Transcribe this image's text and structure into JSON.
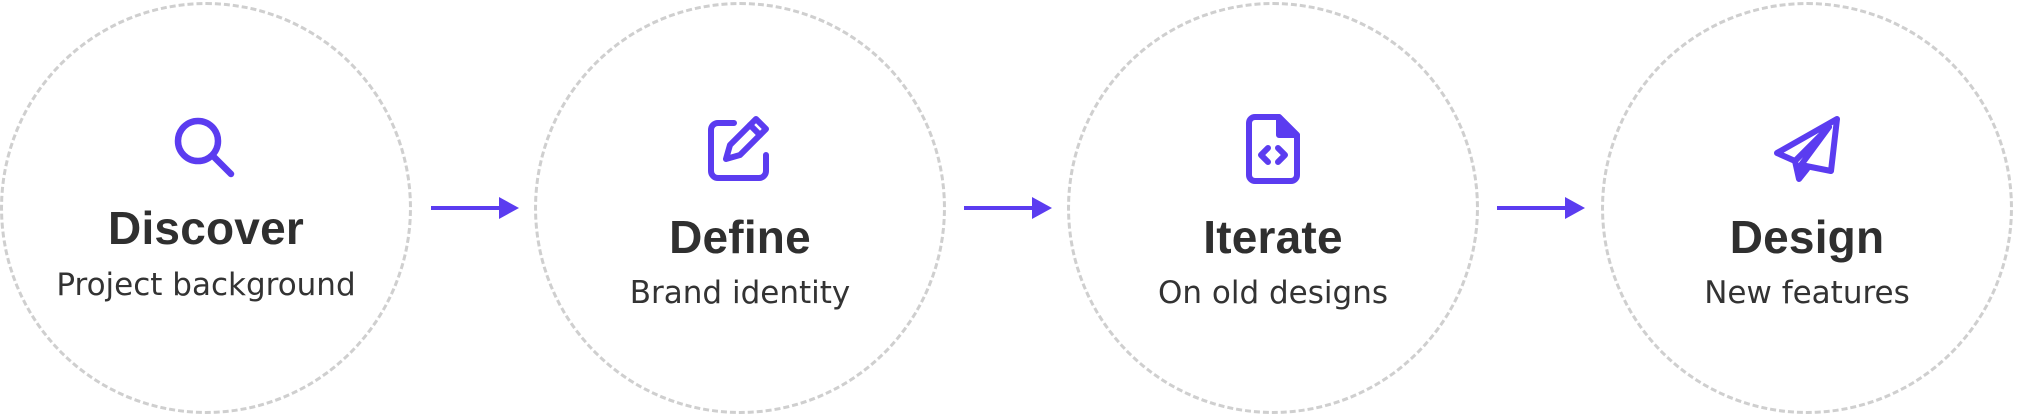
{
  "colors": {
    "accent": "#5b3cf0",
    "circle_border": "#cfcfcf",
    "text_dark": "#2f2f2f"
  },
  "steps": [
    {
      "icon": "search-icon",
      "title": "Discover",
      "subtitle": "Project background"
    },
    {
      "icon": "edit-icon",
      "title": "Define",
      "subtitle": "Brand identity"
    },
    {
      "icon": "file-code-icon",
      "title": "Iterate",
      "subtitle": "On old designs"
    },
    {
      "icon": "paper-plane-icon",
      "title": "Design",
      "subtitle": "New features"
    }
  ]
}
